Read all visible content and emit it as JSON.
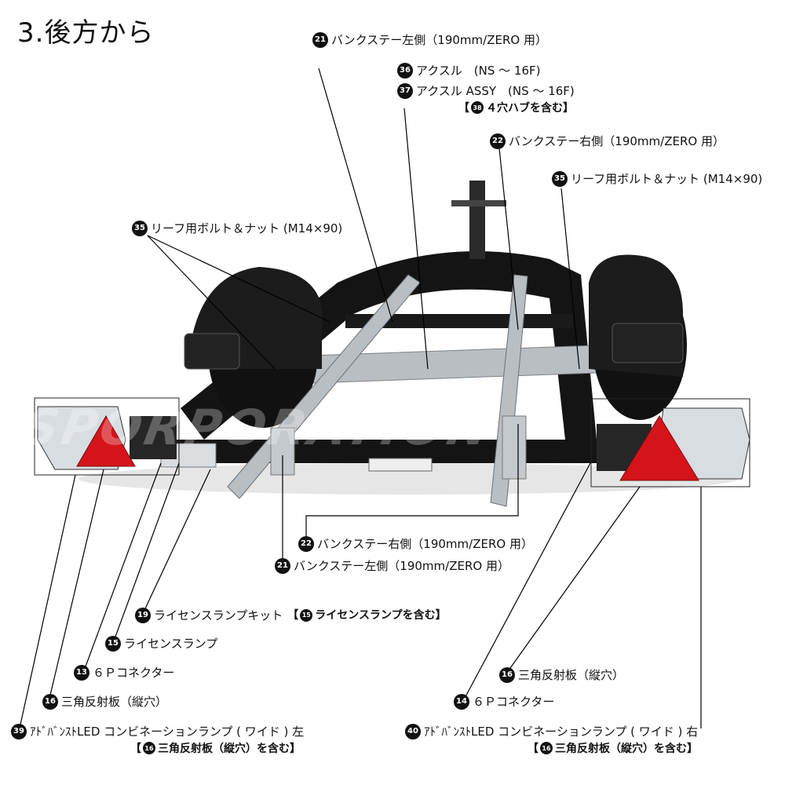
{
  "heading": "3.後方から",
  "watermark": "SPORPORATION",
  "callouts": [
    {
      "id": "c21top",
      "num": "21",
      "text": "バンクステー左側（190mm/ZERO 用）"
    },
    {
      "id": "c36",
      "num": "36",
      "text": "アクスル　(NS 〜 16F)"
    },
    {
      "id": "c37",
      "num": "37",
      "text": "アクスル ASSY　(NS 〜 16F)"
    },
    {
      "id": "c22top",
      "num": "22",
      "text": "バンクステー右側（190mm/ZERO 用）"
    },
    {
      "id": "c35r",
      "num": "35",
      "text": "リーフ用ボルト＆ナット (M14×90)"
    },
    {
      "id": "c35l",
      "num": "35",
      "text": "リーフ用ボルト＆ナット (M14×90)"
    },
    {
      "id": "c22bot",
      "num": "22",
      "text": "バンクステー右側（190mm/ZERO 用）"
    },
    {
      "id": "c21bot",
      "num": "21",
      "text": "バンクステー左側（190mm/ZERO 用）"
    },
    {
      "id": "c19",
      "num": "19",
      "text": "ライセンスランプキット"
    },
    {
      "id": "c15",
      "num": "15",
      "text": "ライセンスランプ"
    },
    {
      "id": "c13",
      "num": "13",
      "text": "６Ｐコネクター"
    },
    {
      "id": "c16l",
      "num": "16",
      "text": "三角反射板（縦穴）"
    },
    {
      "id": "c39",
      "num": "39",
      "text": "ｱﾄﾞﾊﾞﾝｽﾄLED コンビネーションランプ ( ワイド ) 左"
    },
    {
      "id": "c16r",
      "num": "16",
      "text": "三角反射板（縦穴）"
    },
    {
      "id": "c14",
      "num": "14",
      "text": "６Ｐコネクター"
    },
    {
      "id": "c40",
      "num": "40",
      "text": "ｱﾄﾞﾊﾞﾝｽﾄLED コンビネーションランプ ( ワイド ) 右"
    }
  ],
  "subnotes": [
    {
      "id": "s37",
      "num": "38",
      "text": "４穴ハブを含む"
    },
    {
      "id": "s19",
      "num": "15",
      "text": "ライセンスランプを含む"
    },
    {
      "id": "s39",
      "num": "16",
      "text": "三角反射板（縦穴）を含む"
    },
    {
      "id": "s40",
      "num": "16",
      "text": "三角反射板（縦穴）を含む"
    }
  ],
  "colors": {
    "frame": "#141414",
    "fender": "#1c1c1c",
    "galvanized": "#b9bec3",
    "reflector": "#d4141a",
    "led_lens": "#d8dde2",
    "leader": "#000000"
  }
}
